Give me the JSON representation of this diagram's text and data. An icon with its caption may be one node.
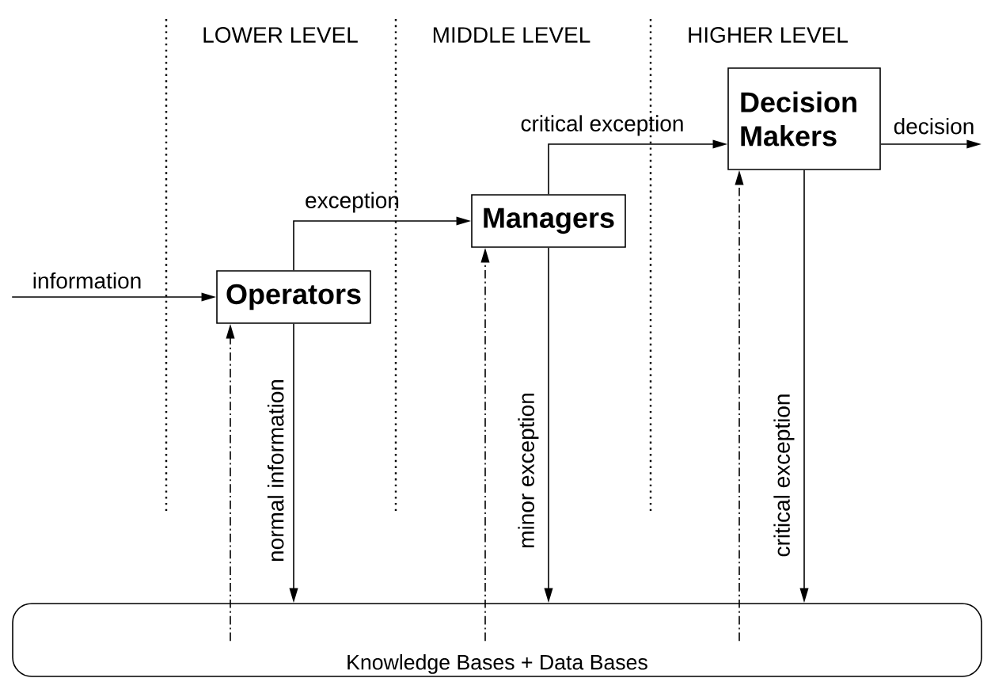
{
  "diagram": {
    "nodes": [
      {
        "text": [
          "Operators"
        ]
      },
      {
        "text": [
          "Managers"
        ]
      },
      {
        "text": [
          "Decision Makers"
        ]
      },
      {
        "text": [
          "Knowledge Bases + Data Bases"
        ]
      }
    ],
    "edges": [
      {
        "from": null,
        "to": 0,
        "arrow": "to",
        "label": "information"
      },
      {
        "from": 0,
        "to": 1,
        "arrow": "to",
        "label": "exception"
      },
      {
        "from": 1,
        "to": 2,
        "arrow": "to",
        "label": "critical exception"
      },
      {
        "from": 2,
        "to": null,
        "arrow": "to",
        "label": "decision"
      },
      {
        "from": 0,
        "to": 3,
        "arrow": "to",
        "label": "normal information"
      },
      {
        "from": 1,
        "to": 3,
        "arrow": "to",
        "label": "minor exception"
      },
      {
        "from": 2,
        "to": 3,
        "arrow": "to",
        "label": "critical exception"
      },
      {
        "from": 3,
        "to": 0,
        "arrow": "to",
        "style": "dashed"
      },
      {
        "from": 3,
        "to": 1,
        "arrow": "to",
        "style": "dashed"
      },
      {
        "from": 3,
        "to": 2,
        "arrow": "to",
        "style": "dashed"
      }
    ],
    "labels": [
      "LOWER LEVEL",
      "MIDDLE LEVEL",
      "HIGHER LEVEL"
    ]
  }
}
